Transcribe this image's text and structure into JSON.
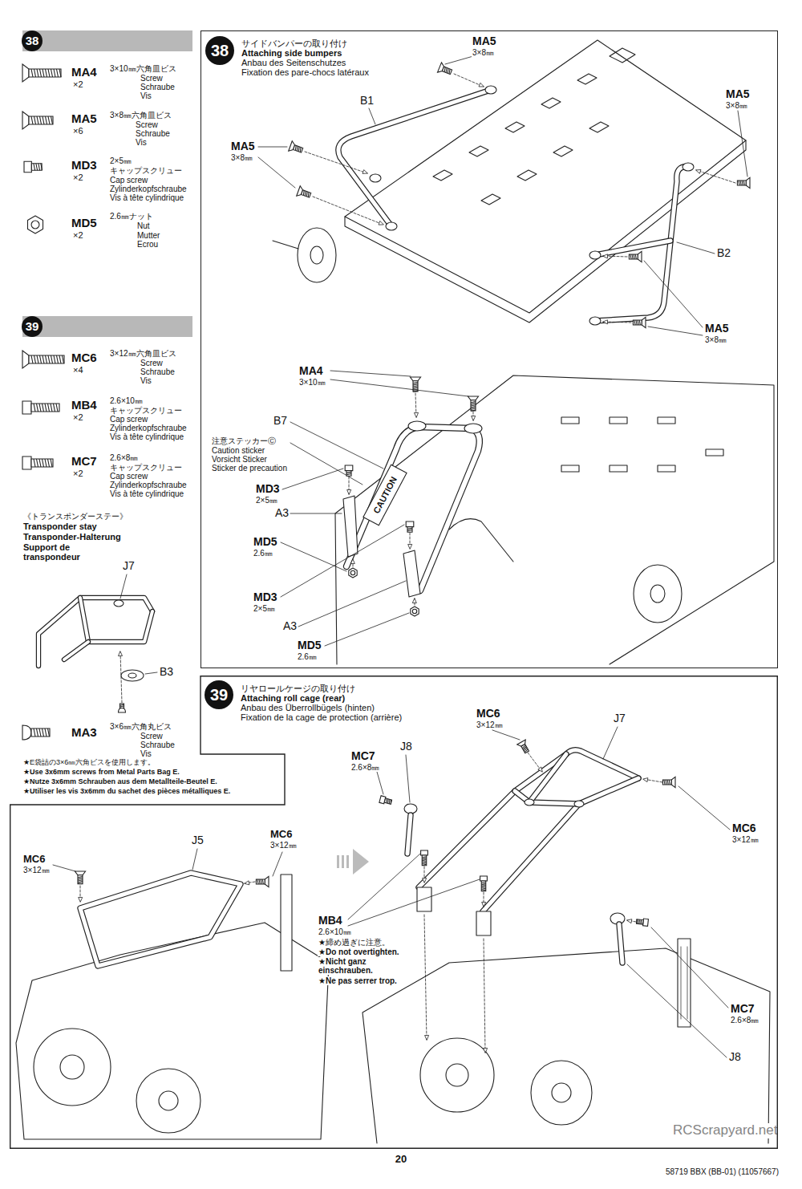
{
  "diagram": {
    "nodes": [
      {
        "text": [
          "38"
        ]
      },
      {
        "text": [
          "39"
        ]
      },
      {
        "text": [
          "サイドバンパーの取り付け",
          "Attaching side bumpers",
          "Anbau des Seitenschutzes",
          "Fixation des pare-chocs latéraux"
        ]
      },
      {
        "text": [
          "38"
        ],
        "in": 2
      },
      {
        "text": [
          "リヤロールケージの取り付け",
          "Attaching roll cage (rear)",
          "Anbau des Überrollbügels (hinten)",
          "Fixation de la cage de protection (arrière)"
        ]
      },
      {
        "text": [
          "39"
        ],
        "in": 4
      }
    ],
    "labels": [
      "MA4",
      "×2",
      "3×10㎜六角皿ビス",
      "Screw",
      "Schraube",
      "Vis",
      "MA5",
      "×6",
      "3×8㎜六角皿ビス",
      "Screw",
      "Schraube",
      "Vis",
      "MD3",
      "×2",
      "2×5㎜",
      "キャップスクリュー",
      "Cap screw",
      "Zylinderkopfschraube",
      "Vis à tête cylindrique",
      "MD5",
      "×2",
      "2.6㎜ナット",
      "Nut",
      "Mutter",
      "Ecrou",
      "MC6",
      "×4",
      "3×12㎜六角皿ビス",
      "Screw",
      "Schraube",
      "Vis",
      "MB4",
      "×2",
      "2.6×10㎜",
      "キャップスクリュー",
      "Cap screw",
      "Zylinderkopfschraube",
      "Vis à tête cylindrique",
      "MC7",
      "×2",
      "2.6×8㎜",
      "キャップスクリュー",
      "Cap screw",
      "Zylinderkopfschraube",
      "Vis à tête cylindrique",
      "《トランスポンダーステー》",
      "Transponder stay",
      "Transponder-Halterung",
      "Support de transpondeur",
      "J7",
      "B3",
      "MA3",
      "3×6㎜六角丸ビス",
      "Screw",
      "Schraube",
      "Vis",
      "★E袋詰の3×6㎜六角ビスを使用します。",
      "★Use 3x6mm screws from Metal Parts Bag E.",
      "★Nutze 3x6mm Schrauben aus dem Metallteile-Beutel E.",
      "★Utiliser les vis 3x6mm du sachet des pièces métalliques E.",
      "J5",
      "MC6",
      "3×12㎜",
      "MC6",
      "3×12㎜",
      "MA5",
      "3×8㎜",
      "B1",
      "MA5",
      "3×8㎜",
      "MA5",
      "3×8㎜",
      "B2",
      "MA5",
      "3×8㎜",
      "MA4",
      "3×10㎜",
      "B7",
      "注意ステッカーⒸ",
      "Caution sticker",
      "Vorsicht Sticker",
      "Sticker de precaution",
      "MD3",
      "2×5㎜",
      "A3",
      "MD5",
      "2.6㎜",
      "MD3",
      "2×5㎜",
      "A3",
      "MD5",
      "2.6㎜",
      "CAUTION",
      "MC6",
      "3×12㎜",
      "J7",
      "MC7",
      "2.6×8㎜",
      "J8",
      "MC6",
      "3×12㎜",
      "MB4",
      "2.6×10㎜",
      "★締め過ぎに注意。",
      "★Do not overtighten.",
      "★Nicht ganz einschrauben.",
      "★Ne pas serrer trop.",
      "MC7",
      "2.6×8㎜",
      "J8",
      "20",
      "58719 BBX (BB-01) (11057667)",
      "RCScrapyard.net"
    ]
  }
}
